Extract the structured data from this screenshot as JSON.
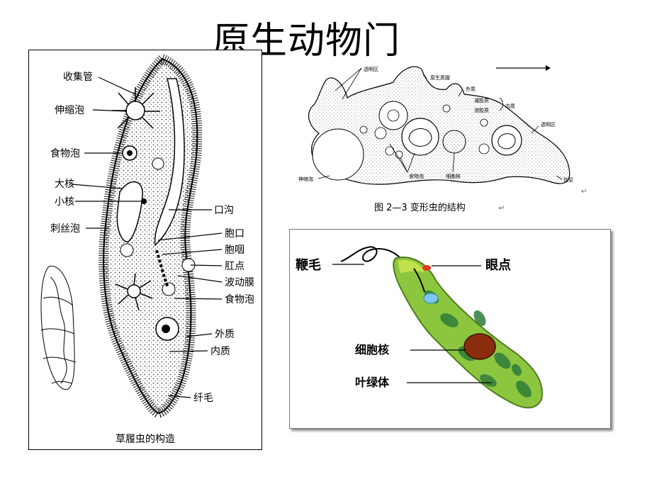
{
  "title": "原生动物门",
  "paramecium": {
    "labels": {
      "collecting_canal": "收集管",
      "contractile_vacuole": "伸缩泡",
      "food_vacuole_left": "食物泡",
      "macronucleus": "大核",
      "micronucleus": "小核",
      "trichocyst": "刺丝泡",
      "oral_groove": "口沟",
      "cytostome": "胞口",
      "cytopharynx": "胞咽",
      "anal_spot": "肛点",
      "undulating_membrane": "波动膜",
      "food_vacuole_right": "食物泡",
      "ectoplasm": "外质",
      "endoplasm": "内质",
      "cilia": "纤毛"
    },
    "caption": "草履虫的构造"
  },
  "amoeba": {
    "labels": {
      "hyaline_zone_top": "透明区",
      "plasma_membrane": "原生质膜",
      "ectoplasm": "外质",
      "plasmagel": "凝胶质",
      "plasmasol": "溶胶质",
      "endoplasm": "内质",
      "hyaline_zone_right": "透明区",
      "contractile_vacuole": "伸缩泡",
      "food_vacuole": "食物泡",
      "nucleus": "细胞核",
      "pseudopod": "伪足"
    },
    "caption": "图 2—3   变形虫的结构",
    "caption_mark": "↵",
    "corner_mark": "↵"
  },
  "euglena": {
    "labels": {
      "flagellum": "鞭毛",
      "eyespot": "眼点",
      "nucleus": "细胞核",
      "chloroplast": "叶绿体"
    }
  }
}
